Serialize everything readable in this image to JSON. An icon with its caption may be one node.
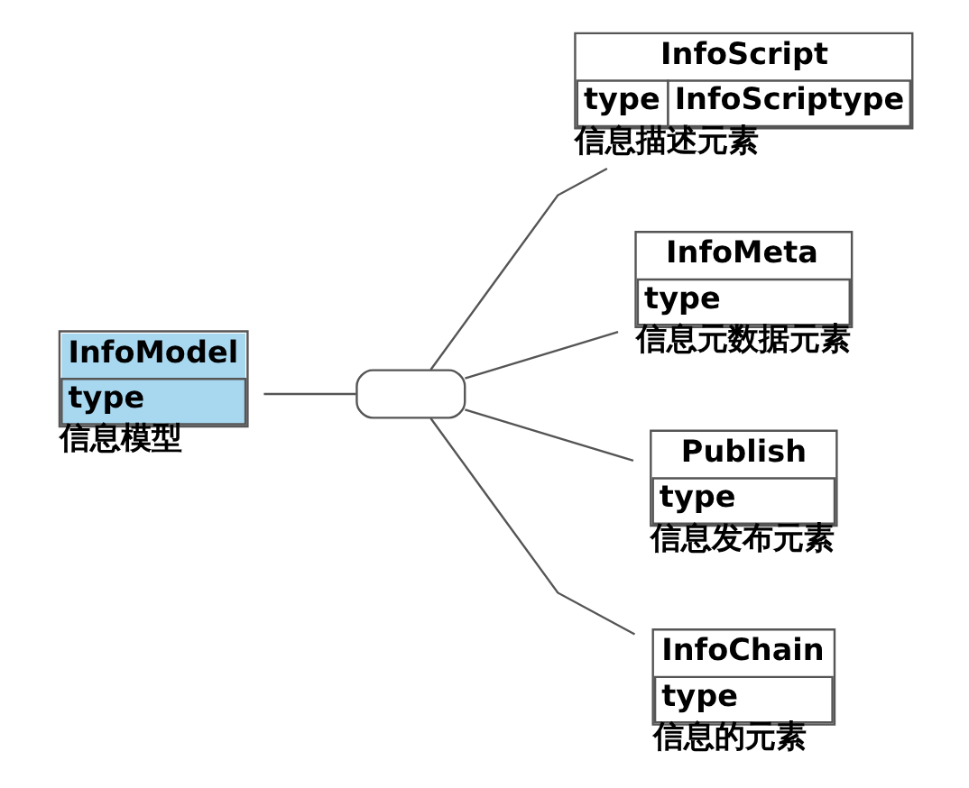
{
  "diagram": {
    "nodes": [
      {
        "text": [
          "InfoModel",
          "type"
        ],
        "beside": [
          "信息模型"
        ]
      },
      {
        "text": [],
        "shape": "box"
      },
      {
        "text": [
          "InfoScript",
          "type",
          "InfoScriptype"
        ],
        "beside": [
          "信息描述元素"
        ]
      },
      {
        "text": [
          "InfoMeta",
          "type"
        ],
        "beside": [
          "信息元数据元素"
        ]
      },
      {
        "text": [
          "Publish",
          "type"
        ],
        "beside": [
          "信息发布元素"
        ]
      },
      {
        "text": [
          "InfoChain",
          "type"
        ],
        "beside": [
          "信息的元素"
        ]
      }
    ],
    "edges": [
      {
        "from": 0,
        "to": 1,
        "arrow": "none"
      },
      {
        "from": 1,
        "to": 2,
        "arrow": "none"
      },
      {
        "from": 1,
        "to": 3,
        "arrow": "none"
      },
      {
        "from": 1,
        "to": 4,
        "arrow": "none"
      },
      {
        "from": 1,
        "to": 5,
        "arrow": "none"
      }
    ]
  }
}
